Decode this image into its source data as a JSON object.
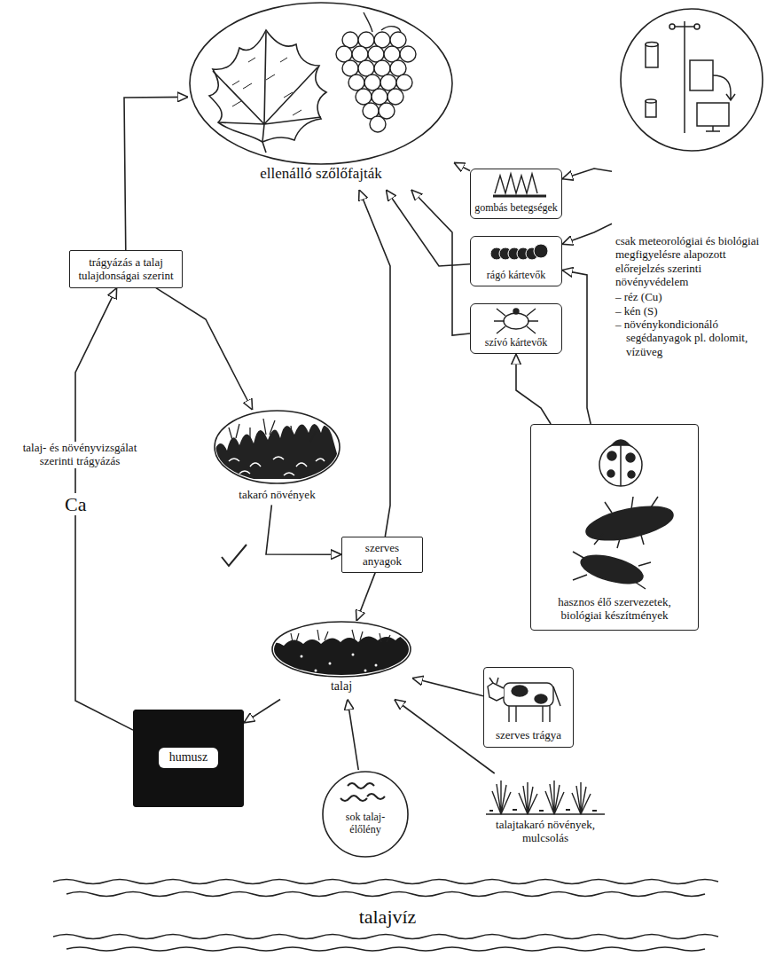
{
  "diagram": {
    "nodes": [
      {
        "text": [
          "ellenálló szőlőfajták"
        ]
      },
      {
        "text": [
          "csak meteorológiai és biológiai megfigyelésre alapozott előrejelzés szerinti növényvédelem",
          "– réz (Cu)",
          "– kén (S)",
          "– növénykondicionáló segédanyagok pl. dolomit, vízüveg"
        ]
      },
      {
        "text": [
          "gombás betegségek"
        ]
      },
      {
        "text": [
          "rágó kártevők"
        ]
      },
      {
        "text": [
          "szívó kártevők"
        ]
      },
      {
        "text": [
          "trágyázás a talaj tulajdonságai szerint"
        ]
      },
      {
        "text": [
          "takaró növények"
        ]
      },
      {
        "text": [
          "szerves anyagok"
        ]
      },
      {
        "text": [
          "hasznos élő szervezetek, biológiai készítmények"
        ]
      },
      {
        "text": [
          "talaj"
        ]
      },
      {
        "text": [
          "szerves trágya"
        ]
      },
      {
        "text": [
          "humusz"
        ]
      },
      {
        "text": [
          "sok talaj-élőlény"
        ]
      },
      {
        "text": [
          "talajtakaró növények, mulcsolás"
        ]
      }
    ],
    "edges": [
      {
        "from": 11,
        "to": 5,
        "arrow": "to"
      },
      {
        "from": 5,
        "to": 0,
        "arrow": "to"
      },
      {
        "from": 5,
        "to": 6,
        "arrow": "to"
      },
      {
        "from": 6,
        "to": 7,
        "arrow": "to"
      },
      {
        "from": 7,
        "to": 9,
        "arrow": "to"
      },
      {
        "from": 9,
        "to": 11,
        "arrow": "to"
      },
      {
        "from": 7,
        "to": 0,
        "arrow": "to"
      },
      {
        "from": 10,
        "to": 9,
        "arrow": "to"
      },
      {
        "from": 13,
        "to": 9,
        "arrow": "to"
      },
      {
        "from": 12,
        "to": 9,
        "arrow": "to"
      },
      {
        "from": 2,
        "to": 0,
        "arrow": "to"
      },
      {
        "from": 3,
        "to": 0,
        "arrow": "to"
      },
      {
        "from": 4,
        "to": 0,
        "arrow": "to"
      },
      {
        "from": 1,
        "to": 2,
        "arrow": "to"
      },
      {
        "from": 1,
        "to": 3,
        "arrow": "to"
      },
      {
        "from": 8,
        "to": 4,
        "arrow": "to"
      },
      {
        "from": 8,
        "to": 3,
        "arrow": "to"
      }
    ],
    "labels": [
      "talaj- és növényvizsgálat szerinti trágyázás",
      "Ca",
      "talajvíz"
    ]
  }
}
